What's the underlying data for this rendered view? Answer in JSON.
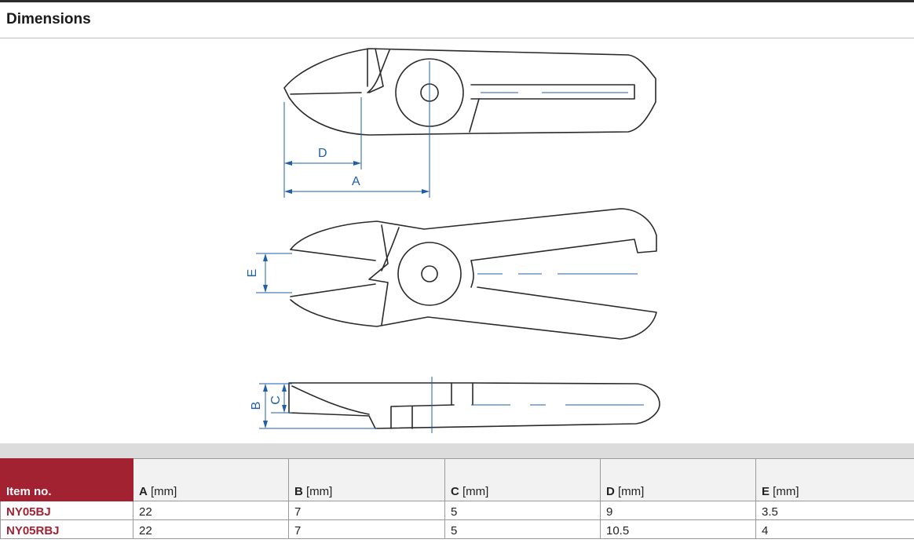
{
  "section": {
    "title": "Dimensions"
  },
  "drawing": {
    "labels": {
      "a": "A",
      "b": "B",
      "c": "C",
      "d": "D",
      "e": "E"
    },
    "colors": {
      "outline": "#2a2a2a",
      "dimension": "#1f5ea8"
    }
  },
  "table": {
    "columns": [
      {
        "key": "item",
        "label": "Item no.",
        "unit": ""
      },
      {
        "key": "a",
        "label": "A",
        "unit": " [mm]"
      },
      {
        "key": "b",
        "label": "B",
        "unit": " [mm]"
      },
      {
        "key": "c",
        "label": "C",
        "unit": " [mm]"
      },
      {
        "key": "d",
        "label": "D",
        "unit": " [mm]"
      },
      {
        "key": "e",
        "label": "E",
        "unit": " [mm]"
      }
    ],
    "rows": [
      {
        "item": "NY05BJ",
        "a": "22",
        "b": "7",
        "c": "5",
        "d": "9",
        "e": "3.5"
      },
      {
        "item": "NY05RBJ",
        "a": "22",
        "b": "7",
        "c": "5",
        "d": "10.5",
        "e": "4"
      }
    ],
    "colors": {
      "header_accent": "#a32232",
      "item_text": "#a32232"
    }
  }
}
